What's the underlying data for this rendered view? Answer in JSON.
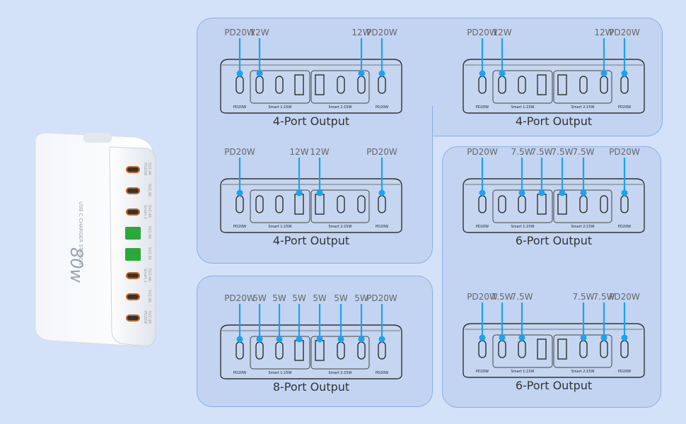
{
  "product": {
    "wattage": "80w",
    "name": "USB C CHARGER STATION",
    "side_labels": [
      "PD20W",
      "Smart 2",
      "Smart 1",
      "PD20W"
    ],
    "port_rating": "5V2.4A",
    "port_types": [
      "usb-c",
      "usb-c",
      "usb-c",
      "usb-a",
      "usb-a",
      "usb-c",
      "usb-c",
      "usb-c"
    ],
    "port_colors": {
      "usb-c": "#c8651d",
      "usb-a": "#2aa83a"
    }
  },
  "port_labels": {
    "pd": "PD20W",
    "smart1": "Smart 1:15W",
    "smart2": "Smart 2:15W"
  },
  "colors": {
    "callout": "#1aa3f0",
    "background": "#d3e2f8",
    "panel": "#c2d4f1"
  },
  "diagrams": [
    {
      "title": "4-Port Output",
      "callouts": [
        [
          0,
          "PD20W"
        ],
        [
          1,
          "12W"
        ],
        [
          6,
          "12W"
        ],
        [
          7,
          "PD20W"
        ]
      ]
    },
    {
      "title": "4-Port Output",
      "callouts": [
        [
          0,
          "PD20W"
        ],
        [
          1,
          "12W"
        ],
        [
          6,
          "12W"
        ],
        [
          7,
          "PD20W"
        ]
      ]
    },
    {
      "title": "4-Port Output",
      "callouts": [
        [
          0,
          "PD20W"
        ],
        [
          3,
          "12W"
        ],
        [
          4,
          "12W"
        ],
        [
          7,
          "PD20W"
        ]
      ]
    },
    {
      "title": "6-Port Output",
      "callouts": [
        [
          0,
          "PD20W"
        ],
        [
          2,
          "7.5W"
        ],
        [
          3,
          "7.5W"
        ],
        [
          4,
          "7.5W"
        ],
        [
          5,
          "7.5W"
        ],
        [
          7,
          "PD20W"
        ]
      ]
    },
    {
      "title": "8-Port Output",
      "callouts": [
        [
          0,
          "PD20W"
        ],
        [
          1,
          "5W"
        ],
        [
          2,
          "5W"
        ],
        [
          3,
          "5W"
        ],
        [
          4,
          "5W"
        ],
        [
          5,
          "5W"
        ],
        [
          6,
          "5W"
        ],
        [
          7,
          "PD20W"
        ]
      ]
    },
    {
      "title": "6-Port Output",
      "callouts": [
        [
          0,
          "PD20W"
        ],
        [
          1,
          "7.5W"
        ],
        [
          2,
          "7.5W"
        ],
        [
          5,
          "7.5W"
        ],
        [
          6,
          "7.5W"
        ],
        [
          7,
          "PD20W"
        ]
      ]
    }
  ]
}
